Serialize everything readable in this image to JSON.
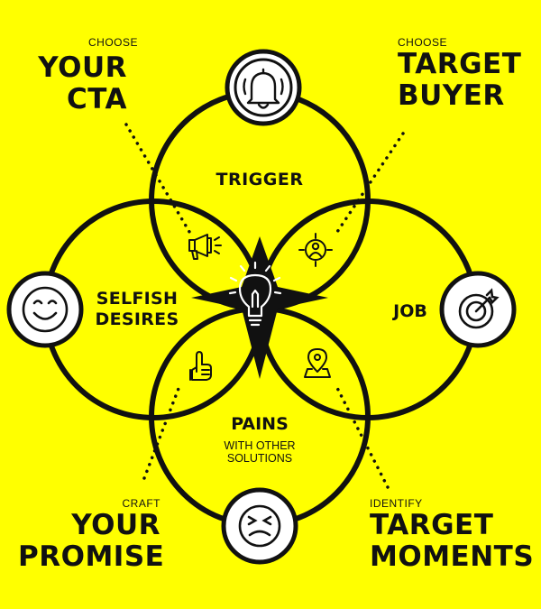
{
  "colors": {
    "background": "#ffff00",
    "ink": "#111111",
    "node_fill": "#ffffff"
  },
  "circles": [
    {
      "label": "TRIGGER",
      "icon": "bell-icon"
    },
    {
      "label": "SELFISH DESIRES",
      "icon": "smiley-face-icon"
    },
    {
      "label": "JOB",
      "icon": "target-arrow-icon"
    },
    {
      "label": "PAINS",
      "sublabel_lines": [
        "WITH OTHER",
        "SOLUTIONS"
      ],
      "icon": "upset-face-icon"
    }
  ],
  "center_icon": "lightbulb-icon",
  "intersection_icons": [
    "megaphone-icon",
    "target-person-icon",
    "pointing-hand-icon",
    "map-pin-icon"
  ],
  "corners": {
    "top_left": {
      "small": "CHOOSE",
      "big_lines": [
        "YOUR",
        "CTA"
      ]
    },
    "top_right": {
      "small": "CHOOSE",
      "big_lines": [
        "TARGET",
        "BUYER"
      ]
    },
    "bottom_left": {
      "small": "CRAFT",
      "big_lines": [
        "YOUR",
        "PROMISE"
      ]
    },
    "bottom_right": {
      "small": "IDENTIFY",
      "big_lines": [
        "TARGET",
        "MOMENTS"
      ]
    }
  }
}
